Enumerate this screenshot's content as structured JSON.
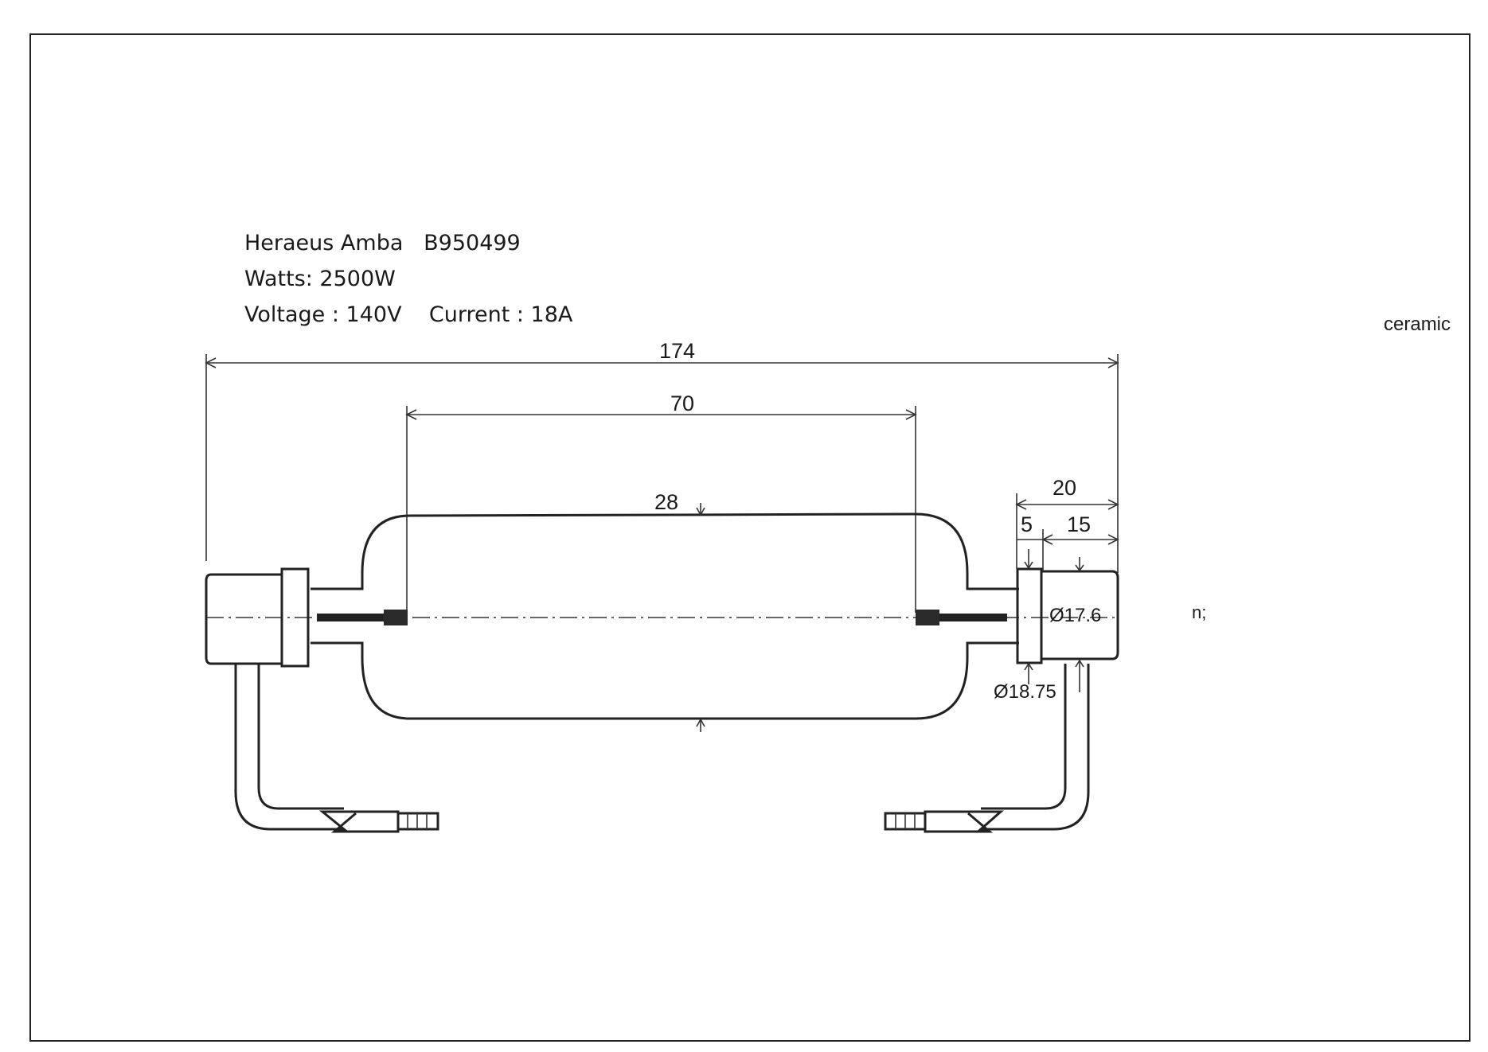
{
  "lamp": {
    "manufacturer_line": "Heraeus Amba   B950499",
    "watts_line": "Watts: 2500W",
    "electrical_line": "Voltage : 140V    Current : 18A"
  },
  "dimensions": {
    "overall_length": "174",
    "heated_length": "70",
    "tube_diameter": "28",
    "end_cap_length": "20",
    "flange_width": "5",
    "ceramic_length": "15",
    "ceramic_diameter": "Ø17.6",
    "flange_diameter": "Ø18.75"
  },
  "notes": {
    "material": "ceramic",
    "stray_mark": "n;"
  }
}
